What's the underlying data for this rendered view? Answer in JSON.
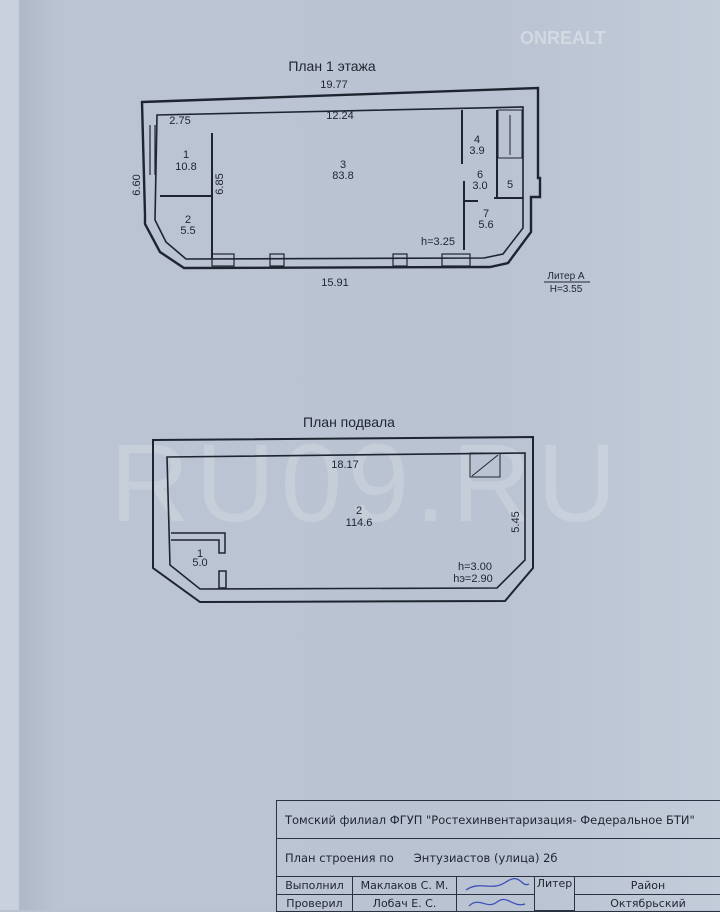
{
  "watermarks": {
    "main": "RU09.RU",
    "corner": "ONREALT"
  },
  "floor1": {
    "title": "План 1 этажа",
    "dims": {
      "top_outer": "19.77",
      "top_inner": "12.24",
      "left_room": "2.75",
      "left_height": "6.60",
      "inner_height": "6.85",
      "bottom": "15.91"
    },
    "rooms": [
      {
        "num": "1",
        "area": "10.8"
      },
      {
        "num": "2",
        "area": "5.5"
      },
      {
        "num": "3",
        "area": "83.8"
      },
      {
        "num": "4",
        "area": "3.9"
      },
      {
        "num": "5",
        "area": ""
      },
      {
        "num": "6",
        "area": "3.0"
      },
      {
        "num": "7",
        "area": "5.6"
      }
    ],
    "ceiling": "h=3.25",
    "liter": "Литер А",
    "liter_height": "H=3.55"
  },
  "basement": {
    "title": "План подвала",
    "dims": {
      "top": "18.17",
      "right": "5.45"
    },
    "rooms": [
      {
        "num": "1",
        "area": "5.0"
      },
      {
        "num": "2",
        "area": "114.6"
      }
    ],
    "ceiling": "h=3.00",
    "ceiling_eff": "hэ=2.90"
  },
  "stamp": {
    "org": "Томский филиал ФГУП \"Ростехинвентаризация- Федеральное БТИ\"",
    "plan_label": "План строения по",
    "address": "Энтузиастов (улица) 2б",
    "performed_label": "Выполнил",
    "performed_by": "Маклаков С. М.",
    "checked_label": "Проверил",
    "checked_by": "Лобач Е. С.",
    "liter_label": "Литер",
    "district_label": "Район",
    "district": "Октябрьский"
  }
}
